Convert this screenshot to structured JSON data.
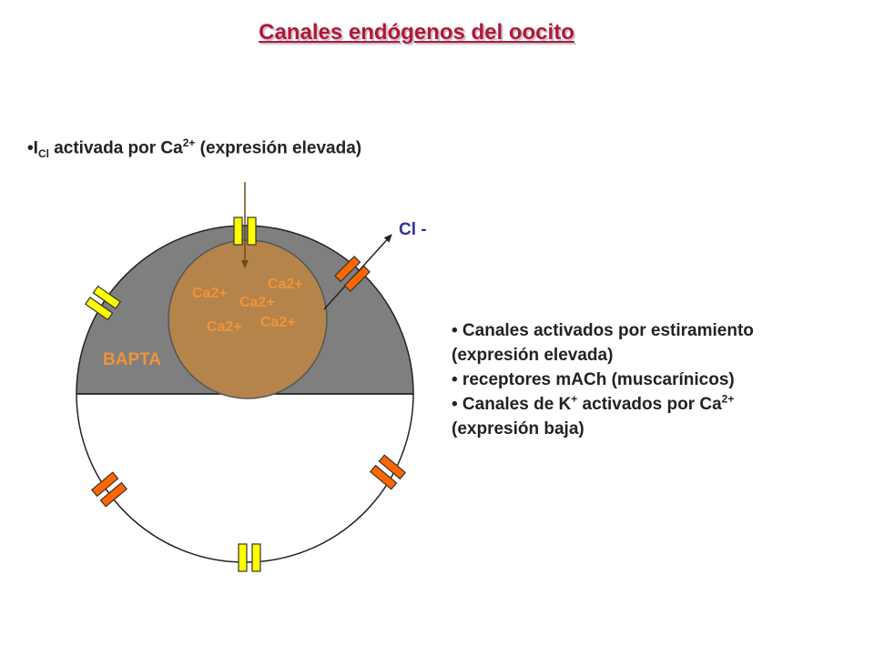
{
  "title": "Canales endógenos del oocito",
  "top_bullet": {
    "marker": "•",
    "main": "I",
    "subscript": "Cl",
    "text_1": " activada por Ca",
    "superscript": "2+",
    "text_2": " (expresión elevada)"
  },
  "diagram": {
    "outside_label": "Cl -",
    "inner_label": "BAPTA",
    "calcium_labels": [
      "Ca2+",
      "Ca2+",
      "Ca2+",
      "Ca2+",
      "Ca2+"
    ],
    "colors": {
      "cytoplasm": "#7f7f7f",
      "calcium_store": "#b5844a",
      "label_orange": "#f0943a",
      "cl_label": "#333399",
      "channel_yellow": "#ffff00",
      "channel_orange": "#ff6600"
    }
  },
  "right_list": {
    "item1": "• Canales activados por estiramiento",
    "item1_cont": "(expresión elevada)",
    "item2": "• receptores mACh (muscarínicos)",
    "item3_a": "• Canales de K",
    "item3_sup1": "+",
    "item3_b": " activados por Ca",
    "item3_sup2": "2+",
    "item3_cont": "(expresión baja)"
  }
}
